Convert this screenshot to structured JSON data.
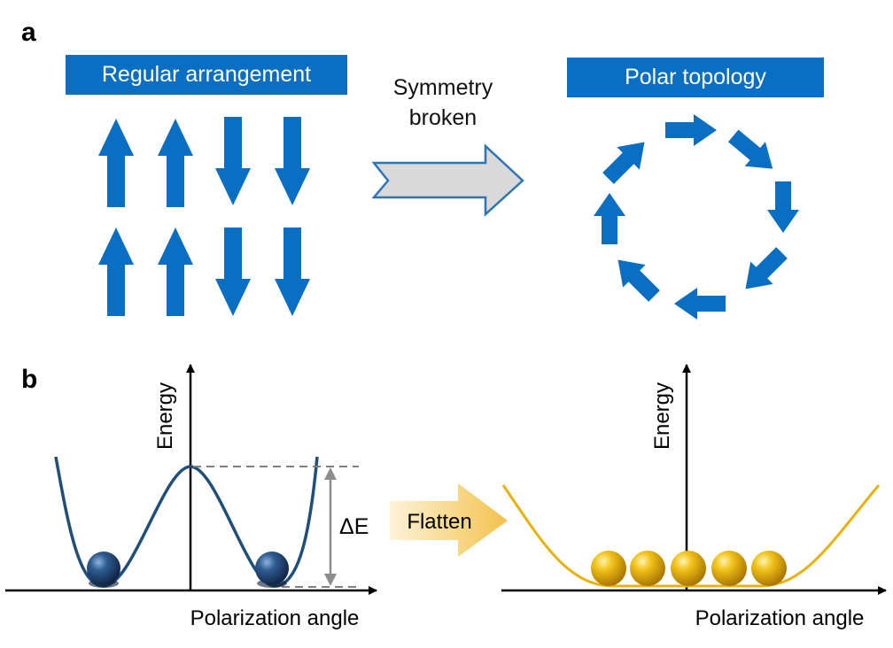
{
  "panel_a": {
    "letter": "a",
    "left_banner": "Regular arrangement",
    "right_banner": "Polar topology",
    "transition_line1": "Symmetry",
    "transition_line2": "broken"
  },
  "panel_b": {
    "letter": "b",
    "left_plot": {
      "y_label": "Energy",
      "x_label": "Polarization angle",
      "barrier_label": "ΔE"
    },
    "flatten_label": "Flatten",
    "right_plot": {
      "y_label": "Energy",
      "x_label": "Polarization angle"
    }
  },
  "colors": {
    "arrow_blue": "#0a6fc2",
    "double_well_curve": "#1f4e79",
    "ball_blue": "#1e3f66",
    "flat_curve": "#e8b20a",
    "ball_gold": "#e0a800",
    "gray_arrow_fill": "#d9d9d9"
  }
}
